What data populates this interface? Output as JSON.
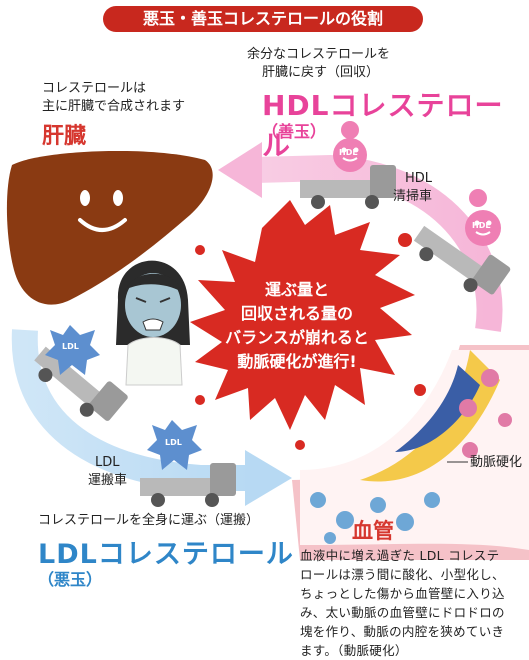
{
  "title": "悪玉・善玉コレステロールの役割",
  "liver": {
    "note_line1": "コレステロールは",
    "note_line2": "主に肝臓で合成されます",
    "label": "肝臓"
  },
  "hdl": {
    "note_line1": "余分なコレステロールを",
    "note_line2": "肝臓に戻す（回収）",
    "name": "HDLコレステロール",
    "role": "（善玉）",
    "truck_line1": "HDL",
    "truck_line2": "清掃車",
    "particle_label": "HDL"
  },
  "ldl": {
    "note": "コレステロールを全身に運ぶ（運搬）",
    "name": "LDLコレステロール",
    "role": "（悪玉）",
    "truck_line1": "LDL",
    "truck_line2": "運搬車",
    "particle_label": "LDL"
  },
  "center": {
    "line1": "運ぶ量と",
    "line2": "回収される量の",
    "line3": "バランスが崩れると",
    "line4": "動脈硬化が進行!"
  },
  "vessel": {
    "label": "血管",
    "plaque_label": "動脈硬化",
    "desc_line1": "血液中に増え過ぎた LDL コレステ",
    "desc_line2": "ロールは漂う間に酸化、小型化し、",
    "desc_line3": "ちょっとした傷から血管壁に入り込",
    "desc_line4": "み、太い動脈の血管壁にドロドロの",
    "desc_line5": "塊を作り、動脈の内腔を狭めていき",
    "desc_line6": "ます。（動脈硬化）"
  },
  "colors": {
    "accent_red": "#c8281e",
    "hdl_pink": "#e8439a",
    "ldl_blue": "#2f86c8",
    "liver_brown": "#8a3a12",
    "splash_red": "#d82a22"
  }
}
